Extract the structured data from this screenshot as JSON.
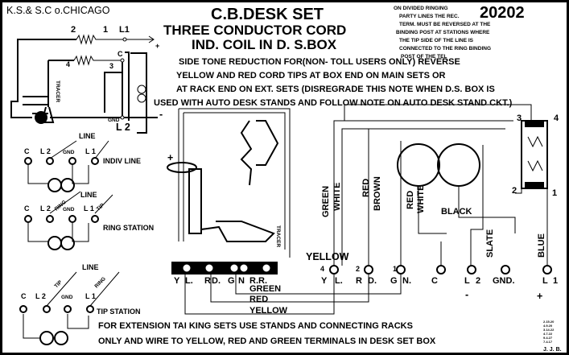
{
  "maker": "K.S.& S.C o.CHICAGO",
  "title": "C.B.DESK SET",
  "subtitle_1": "THREE CONDUCTOR CORD",
  "subtitle_2": "IND. COIL IN D. S.BOX",
  "drawing_number": "20202",
  "party_note": [
    "ON DIVIDED RINGING",
    "PARTY LINES THE REC.",
    "TERM. MUST BE REVERSED AT THE",
    "BINDING POST AT STATIONS WHERE",
    "THE TIP SIDE OF THE LINE IS",
    "CONNECTED TO THE RING BINDING",
    "POST OF THE TEL"
  ],
  "side_tone_note": [
    "SIDE TONE REDUCTION FOR(NON- TOLL USERS ONLY) REVERSE",
    "YELLOW AND RED CORD TIPS AT BOX END  ON MAIN SETS OR",
    "AT  RACK END ON EXT. SETS (DISREGRADE THIS NOTE WHEN D.S. BOX IS",
    "USED WITH AUTO DESK STANDS AND FOLLOW NOTE ON AUTO DESK STAND CKT.)"
  ],
  "schematic": {
    "n2": "2",
    "n1": "1",
    "n4": "4",
    "n3": "3",
    "l1": "L1",
    "c": "C",
    "l2": "L 2",
    "plus": "+",
    "minus": "-",
    "gnd": "GND",
    "tracer": "TRACER"
  },
  "stations": [
    {
      "name": "INDIV LINE",
      "line": "LINE",
      "terms": [
        "C",
        "L 2",
        "GND",
        "L 1"
      ]
    },
    {
      "name": "RING STATION",
      "line": "LINE",
      "terms": [
        "C",
        "L 2",
        "GND",
        "L 1"
      ],
      "wire_labels": [
        "RING",
        "TIP"
      ]
    },
    {
      "name": "TIP STATION",
      "line": "LINE",
      "terms": [
        "C",
        "L 2",
        "GND",
        "L 1"
      ],
      "wire_labels": [
        "TIP",
        "RING"
      ]
    }
  ],
  "desk_stand": {
    "plus": "+",
    "tracer": "TRACER",
    "strip_labels": [
      "Y",
      "L.",
      "R",
      "D.",
      "G",
      "N",
      "R.R."
    ]
  },
  "cord_wires": [
    "GREEN",
    "RED",
    "YELLOW"
  ],
  "box": {
    "terminals": [
      {
        "num": "4",
        "a": "Y",
        "b": "L."
      },
      {
        "num": "2",
        "a": "R",
        "b": "D."
      },
      {
        "num": "1",
        "a": "G",
        "b": "N."
      },
      {
        "num": "",
        "a": "C",
        "b": ""
      },
      {
        "num": "",
        "a": "L",
        "b": "2"
      },
      {
        "num": "",
        "a": "GND.",
        "b": ""
      },
      {
        "num": "",
        "a": "L",
        "b": "1"
      }
    ],
    "minus": "-",
    "plus": "+",
    "coil_terms": [
      "3",
      "4",
      "2",
      "1"
    ],
    "wire_labels": {
      "green_white": [
        "GREEN",
        "WHITE"
      ],
      "red_brown": [
        "RED",
        "BROWN"
      ],
      "red_white": [
        "RED",
        "WHITE"
      ],
      "black": "BLACK",
      "slate": "SLATE",
      "blue": "BLUE",
      "yellow": "YELLOW"
    }
  },
  "bottom_note": [
    "FOR EXTENSION TAI  KING SETS USE  STANDS AND CONNECTING RACKS",
    "ONLY AND WIRE TO YELLOW, RED AND GREEN TERMINALS IN DESK SET  BOX"
  ],
  "revision_dates": [
    "2.15.20",
    "4.9.20",
    "3.14.22",
    "4.7.22",
    "9.4.27",
    "7.4.17"
  ],
  "initials": "J. J. B."
}
